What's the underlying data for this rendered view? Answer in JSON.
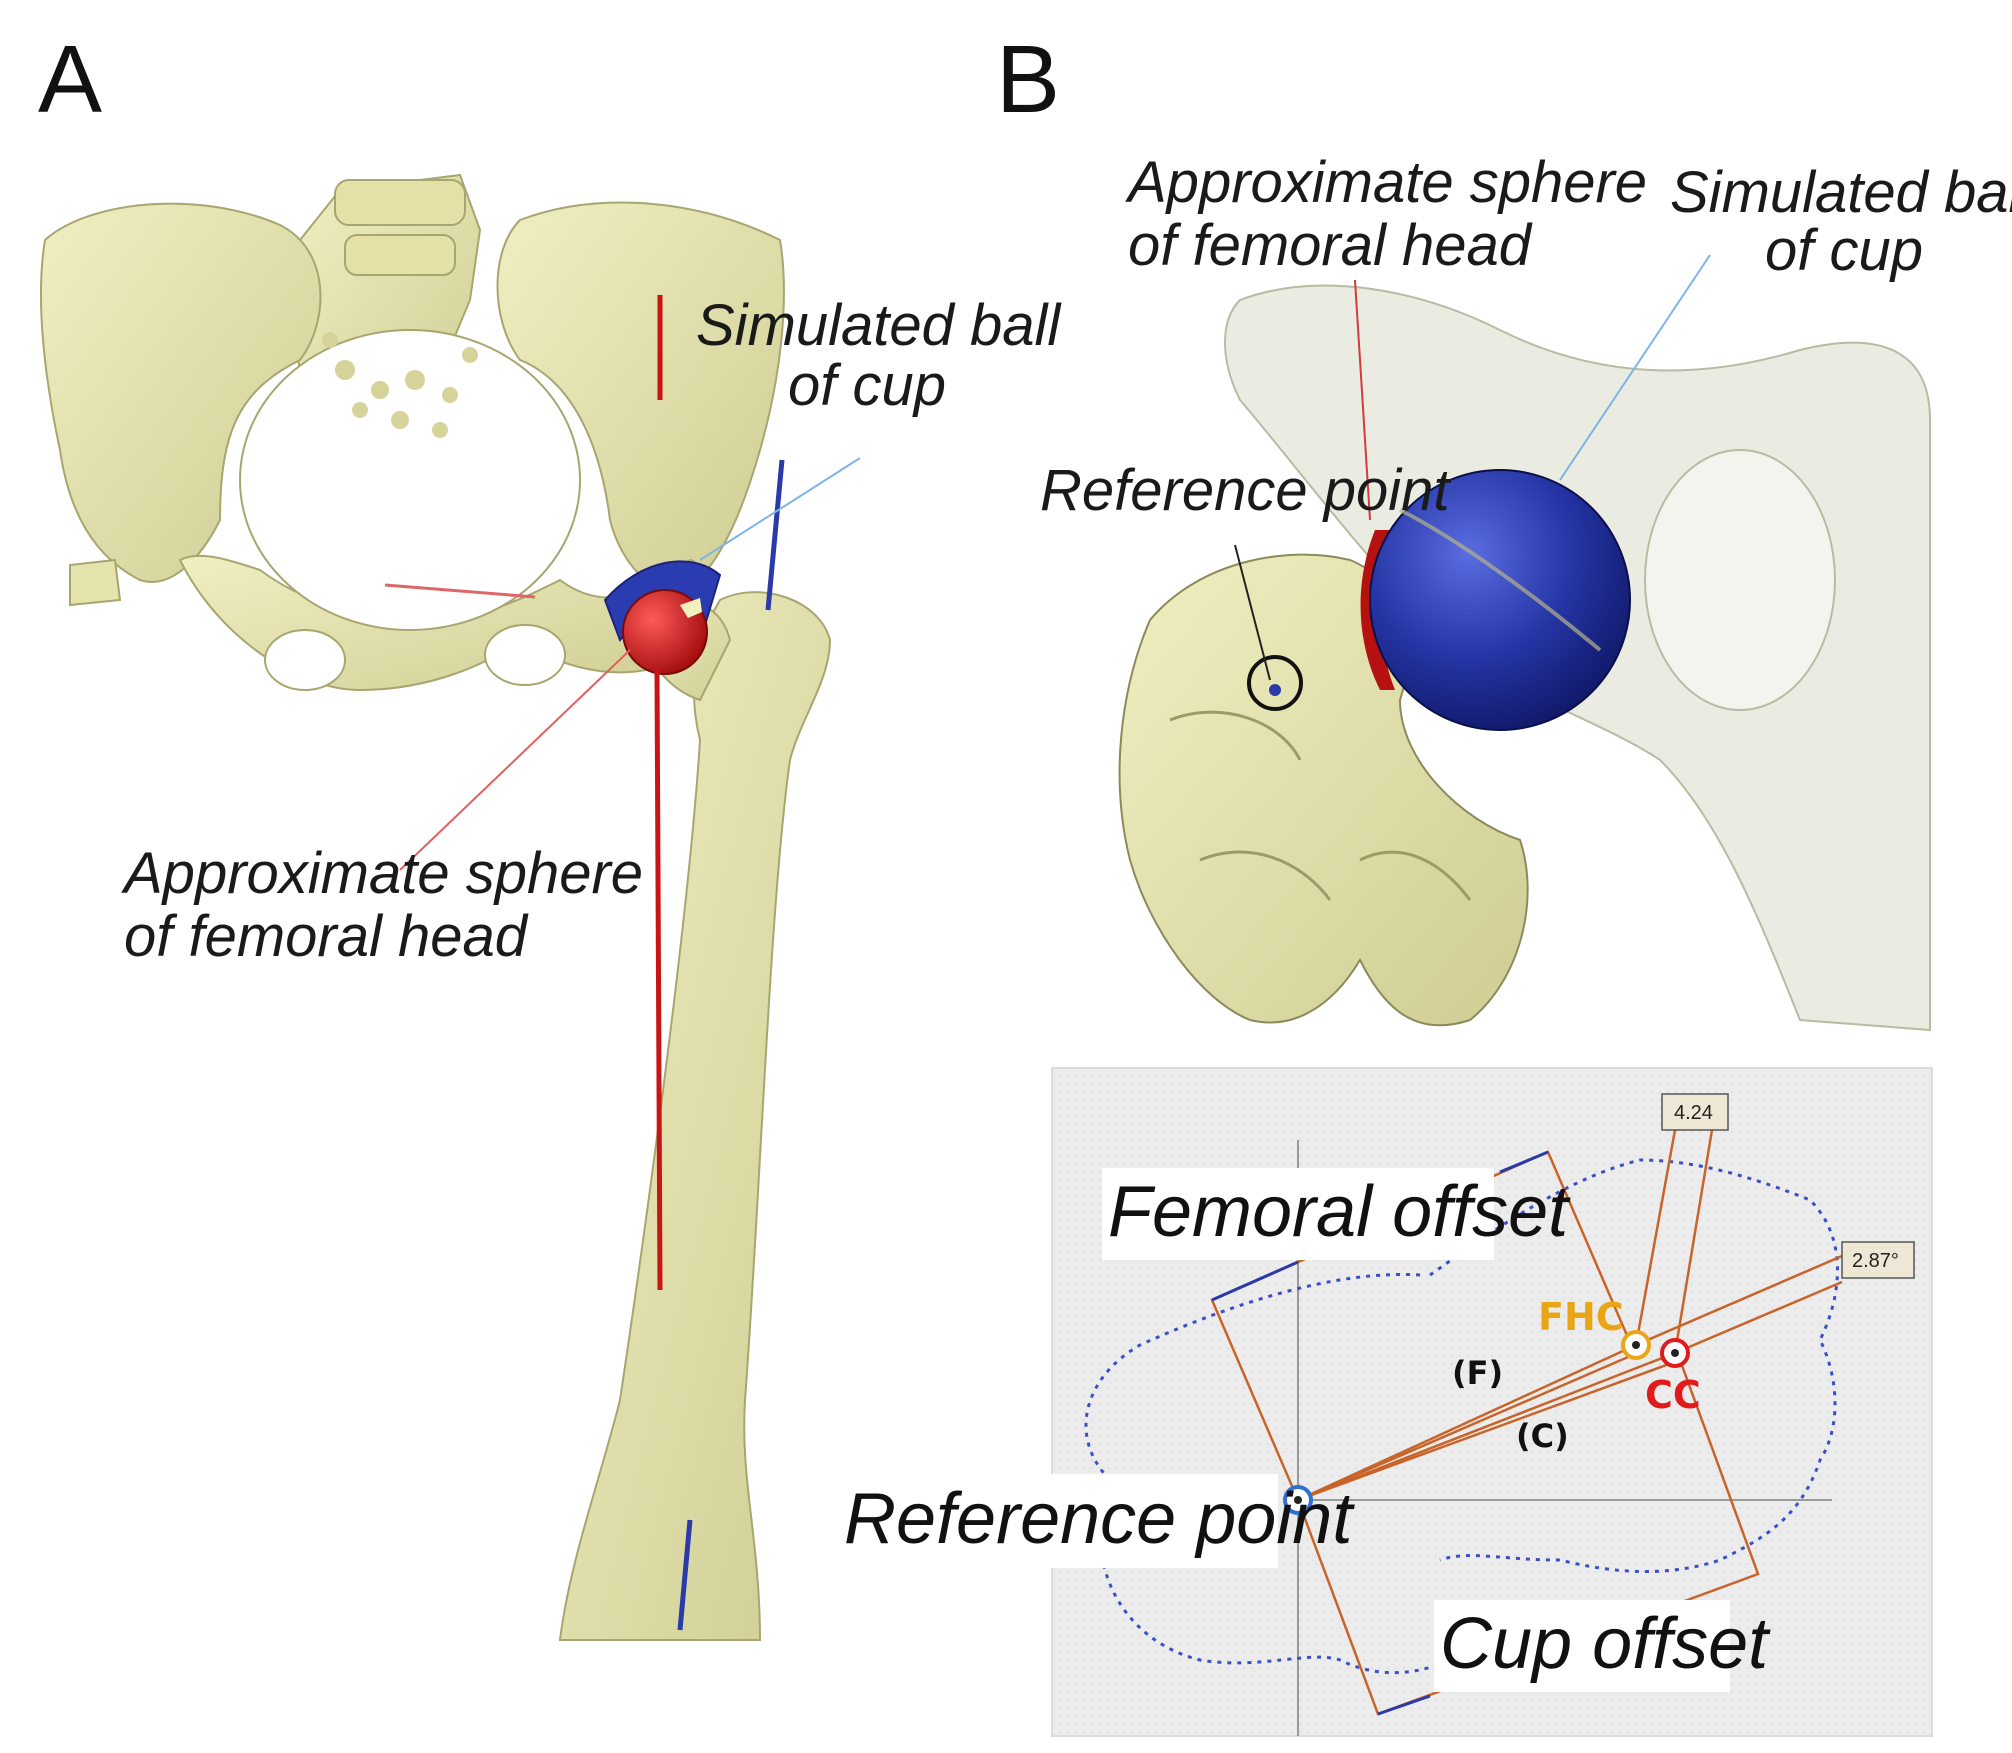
{
  "panels": {
    "a": {
      "letter": "A",
      "label_ball": [
        "Simulated ball",
        "of cup"
      ],
      "label_sphere": [
        "Approximate sphere",
        "of femoral head"
      ]
    },
    "b": {
      "letter": "B",
      "label_sphere": [
        "Approximate sphere",
        "of femoral head"
      ],
      "label_ball": [
        "Simulated ball",
        "of cup"
      ],
      "label_ref": "Reference point"
    },
    "c": {
      "label_femoral_offset": "Femoral offset",
      "label_ref": "Reference point",
      "label_cup_offset": "Cup offset",
      "mark_fhc": "FHC",
      "mark_cc": "CC",
      "mark_f": "(F)",
      "mark_c": "(C)",
      "value_distance": "4.24",
      "value_angle": "2.87°"
    }
  },
  "colors": {
    "bone": "#e6e4ad",
    "bone_shadow": "#b9b780",
    "cup_blue": "#2a3aa8",
    "femoral_red": "#c81414",
    "measure_orange": "#c8642a",
    "fhc_label": "#e8a617",
    "cc_label": "#e11b1b",
    "outline_dots": "#3a4fc8"
  }
}
